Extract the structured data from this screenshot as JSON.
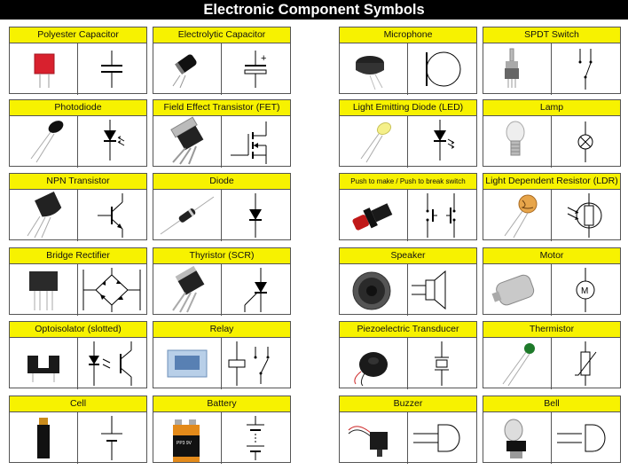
{
  "title": "Electronic Component Symbols",
  "cards": [
    {
      "label": "Polyester Capacitor"
    },
    {
      "label": "Electrolytic Capacitor"
    },
    {
      "label": "Microphone"
    },
    {
      "label": "SPDT Switch"
    },
    {
      "label": "Photodiode"
    },
    {
      "label": "Field Effect Transistor (FET)"
    },
    {
      "label": "Light Emitting Diode (LED)"
    },
    {
      "label": "Lamp"
    },
    {
      "label": "NPN Transistor"
    },
    {
      "label": "Diode"
    },
    {
      "label": "Push to make / Push to break switch"
    },
    {
      "label": "Light Dependent Resistor (LDR)"
    },
    {
      "label": "Bridge Rectifier"
    },
    {
      "label": "Thyristor (SCR)"
    },
    {
      "label": "Speaker"
    },
    {
      "label": "Motor"
    },
    {
      "label": "Optoisolator (slotted)"
    },
    {
      "label": "Relay"
    },
    {
      "label": "Piezoelectric Transducer"
    },
    {
      "label": "Thermistor"
    },
    {
      "label": "Cell"
    },
    {
      "label": "Battery"
    },
    {
      "label": "Buzzer"
    },
    {
      "label": "Bell"
    }
  ],
  "symbol_text": {
    "electrolytic_plus": "+",
    "motor_letter": "M",
    "battery_cap_label": "PP3 9V"
  },
  "colors": {
    "header_yellow": "#f7f200",
    "title_background": "#000000"
  }
}
